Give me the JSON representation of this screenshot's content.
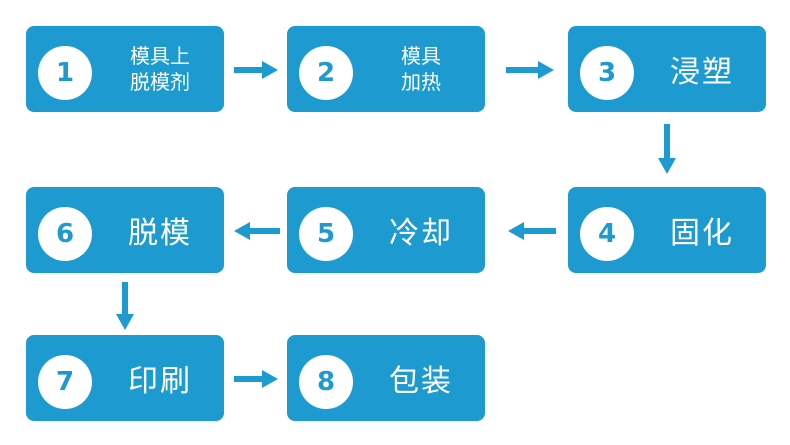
{
  "colors": {
    "box": "#1d9bd0",
    "text": "#ffffff",
    "arrow": "#1d9bd0"
  },
  "steps": [
    {
      "number": "1",
      "label": "模具上\n脱模剂"
    },
    {
      "number": "2",
      "label": "模具\n加热"
    },
    {
      "number": "3",
      "label": "浸塑"
    },
    {
      "number": "4",
      "label": "固化"
    },
    {
      "number": "5",
      "label": "冷却"
    },
    {
      "number": "6",
      "label": "脱模"
    },
    {
      "number": "7",
      "label": "印刷"
    },
    {
      "number": "8",
      "label": "包装"
    }
  ]
}
